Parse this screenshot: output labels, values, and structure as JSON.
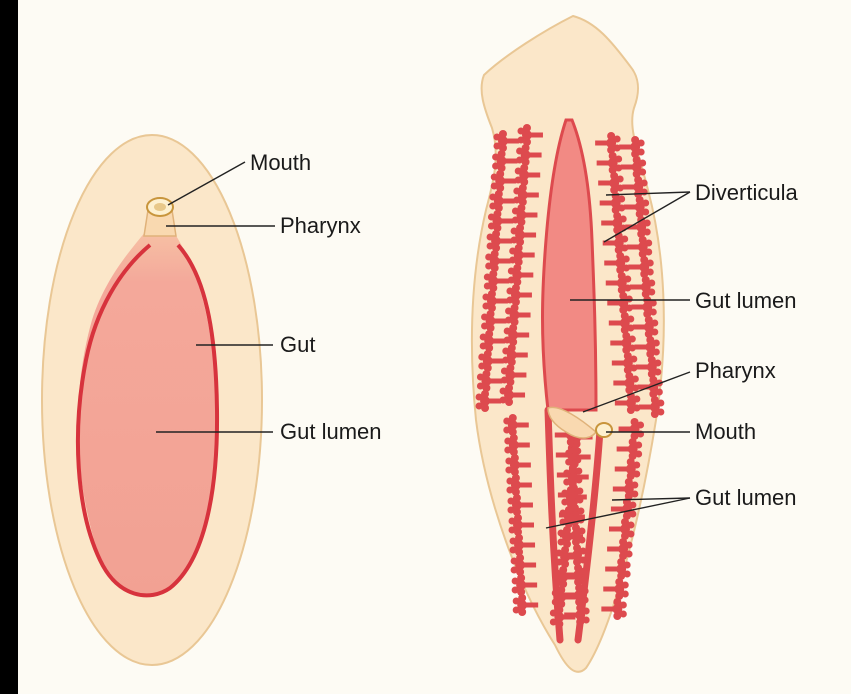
{
  "colors": {
    "background_outer": "#000000",
    "figure_background": "#fdfbf4",
    "body_fill": "#fbe7c9",
    "body_outline": "#e9c795",
    "gut_fill": "#f4a89a",
    "gut_outline": "#d7333d",
    "branch_color": "#dd4a4e",
    "leader_line": "#222222"
  },
  "left_figure": {
    "labels": {
      "mouth": "Mouth",
      "pharynx": "Pharynx",
      "gut": "Gut",
      "gut_lumen": "Gut lumen"
    }
  },
  "right_figure": {
    "labels": {
      "diverticula": "Diverticula",
      "gut_lumen_top": "Gut lumen",
      "pharynx": "Pharynx",
      "mouth": "Mouth",
      "gut_lumen_bottom": "Gut lumen"
    }
  }
}
